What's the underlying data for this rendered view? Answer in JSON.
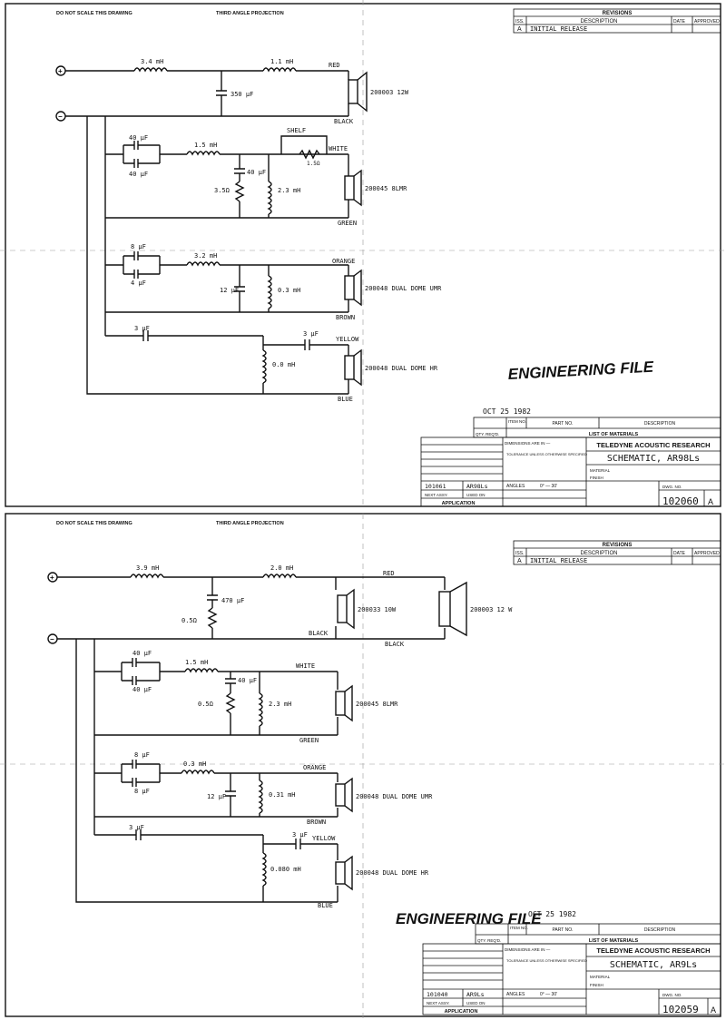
{
  "sheets": [
    {
      "header_left": "DO NOT SCALE THIS DRAWING",
      "header_mid": "THIRD ANGLE PROJECTION",
      "revisions": {
        "title": "REVISIONS",
        "col_iss": "ISS.",
        "col_desc": "DESCRIPTION",
        "col_date": "DATE",
        "col_appr": "APPROVED",
        "iss": "A",
        "desc": "INITIAL RELEASE"
      },
      "terminals": {
        "plus": "+",
        "minus": "−"
      },
      "labels": {
        "l1": "3.4 mH",
        "l2": "1.1 mH",
        "red": "RED",
        "c1": "350 µF",
        "hf": "200003 12W",
        "black": "BLACK",
        "c2a": "40 µF",
        "c2b": "40 µF",
        "l3": "1.5 mH",
        "shelf": "SHELF",
        "r_shelf": "1.5Ω",
        "white": "WHITE",
        "r2": "3.5Ω",
        "c3": "40 µF",
        "l4": "2.3 mH",
        "mr": "200045 8LMR",
        "green": "GREEN",
        "c4a": "8 µF",
        "c4b": "4 µF",
        "l5": "3.2 mH",
        "orange": "ORANGE",
        "c5": "12 µF",
        "l6": "0.3 mH",
        "umr": "200048 DUAL DOME UMR",
        "brown": "BROWN",
        "c6": "3 µF",
        "c7": "3 µF",
        "yellow": "YELLOW",
        "l7": "0.0 mH",
        "hr": "200048 DUAL DOME HR",
        "blue": "BLUE"
      },
      "stamp_file": "ENGINEERING FILE",
      "stamp_date": "OCT 25 1982",
      "title_block": {
        "item_no": "ITEM NO.",
        "part_no": "PART NO.",
        "description": "DESCRIPTION",
        "qty": "QTY. REQ'D.",
        "list": "LIST OF MATERIALS",
        "company": "TELEDYNE ACOUSTIC RESEARCH",
        "title": "SCHEMATIC, AR98Ls",
        "dims": "DIMENSIONS ARE IN —",
        "tolerance": "TOLERANCE UNLESS OTHERWISE SPECIFIED",
        "material": "MATERIAL",
        "finish": "FINISH",
        "angles": "ANGLES",
        "angles_val": "0° — 30'",
        "next_assy": "NEXT ASSY.",
        "used_on": "USED ON",
        "assy_val": "101061",
        "used_val": "AR98Ls",
        "application": "APPLICATION",
        "dwg_no_label": "DWG. NO.",
        "dwg_no": "102060",
        "iss": "A"
      }
    },
    {
      "header_left": "DO NOT SCALE THIS DRAWING",
      "header_mid": "THIRD ANGLE PROJECTION",
      "revisions": {
        "title": "REVISIONS",
        "col_iss": "ISS.",
        "col_desc": "DESCRIPTION",
        "col_date": "DATE",
        "col_appr": "APPROVED",
        "iss": "A",
        "desc": "INITIAL RELEASE"
      },
      "terminals": {
        "plus": "+",
        "minus": "−"
      },
      "labels": {
        "l1": "3.9 mH",
        "l2": "2.0 mH",
        "red": "RED",
        "c1": "470 µF",
        "r1": "0.5Ω",
        "hf1": "200033 10W",
        "hf2": "200003 12 W",
        "black": "BLACK",
        "black2": "BLACK",
        "c2a": "40 µF",
        "c2b": "40 µF",
        "l3": "1.5 mH",
        "c3": "40 µF",
        "white": "WHITE",
        "r2": "0.5Ω",
        "l4": "2.3 mH",
        "mr": "200045 8LMR",
        "green": "GREEN",
        "c4a": "8 µF",
        "c4b": "8 µF",
        "l5": "0.3 mH",
        "orange": "ORANGE",
        "c5": "12 µF",
        "l6": "0.31 mH",
        "umr": "200048 DUAL DOME UMR",
        "brown": "BROWN",
        "c6": "3 µF",
        "c7": "3 µF",
        "yellow": "YELLOW",
        "l7": "0.080 mH",
        "hr": "200048 DUAL DOME HR",
        "blue": "BLUE"
      },
      "stamp_file": "ENGINEERING FILE",
      "stamp_date": "OCT 25 1982",
      "title_block": {
        "item_no": "ITEM NO.",
        "part_no": "PART NO.",
        "description": "DESCRIPTION",
        "qty": "QTY. REQ'D.",
        "list": "LIST OF MATERIALS",
        "company": "TELEDYNE ACOUSTIC RESEARCH",
        "title": "SCHEMATIC, AR9Ls",
        "dims": "DIMENSIONS ARE IN —",
        "tolerance": "TOLERANCE UNLESS OTHERWISE SPECIFIED",
        "material": "MATERIAL",
        "finish": "FINISH",
        "angles": "ANGLES",
        "angles_val": "0° — 30'",
        "next_assy": "NEXT ASSY.",
        "used_on": "USED ON",
        "assy_val": "101040",
        "used_val": "AR9Ls",
        "application": "APPLICATION",
        "dwg_no_label": "DWG. NO.",
        "dwg_no": "102059",
        "iss": "A"
      }
    }
  ]
}
